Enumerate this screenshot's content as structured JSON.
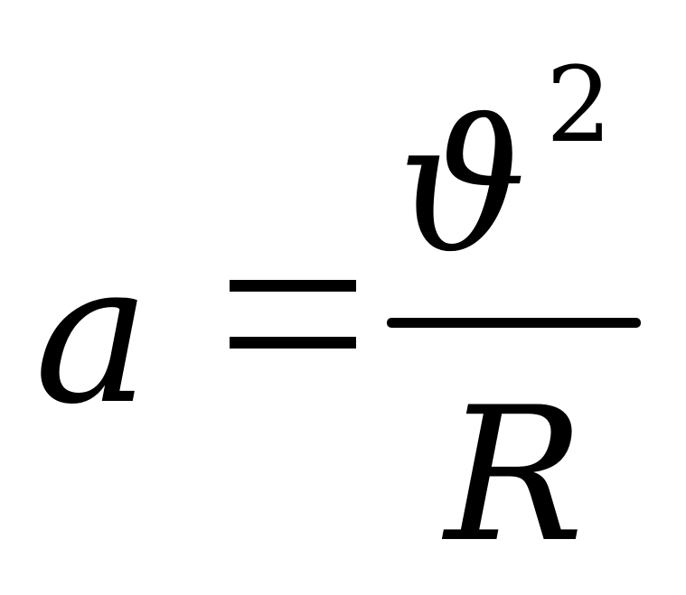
{
  "formula": {
    "lhs": "a",
    "operator": "=",
    "numerator": "ϑ",
    "exponent": "2",
    "denominator": "R"
  }
}
